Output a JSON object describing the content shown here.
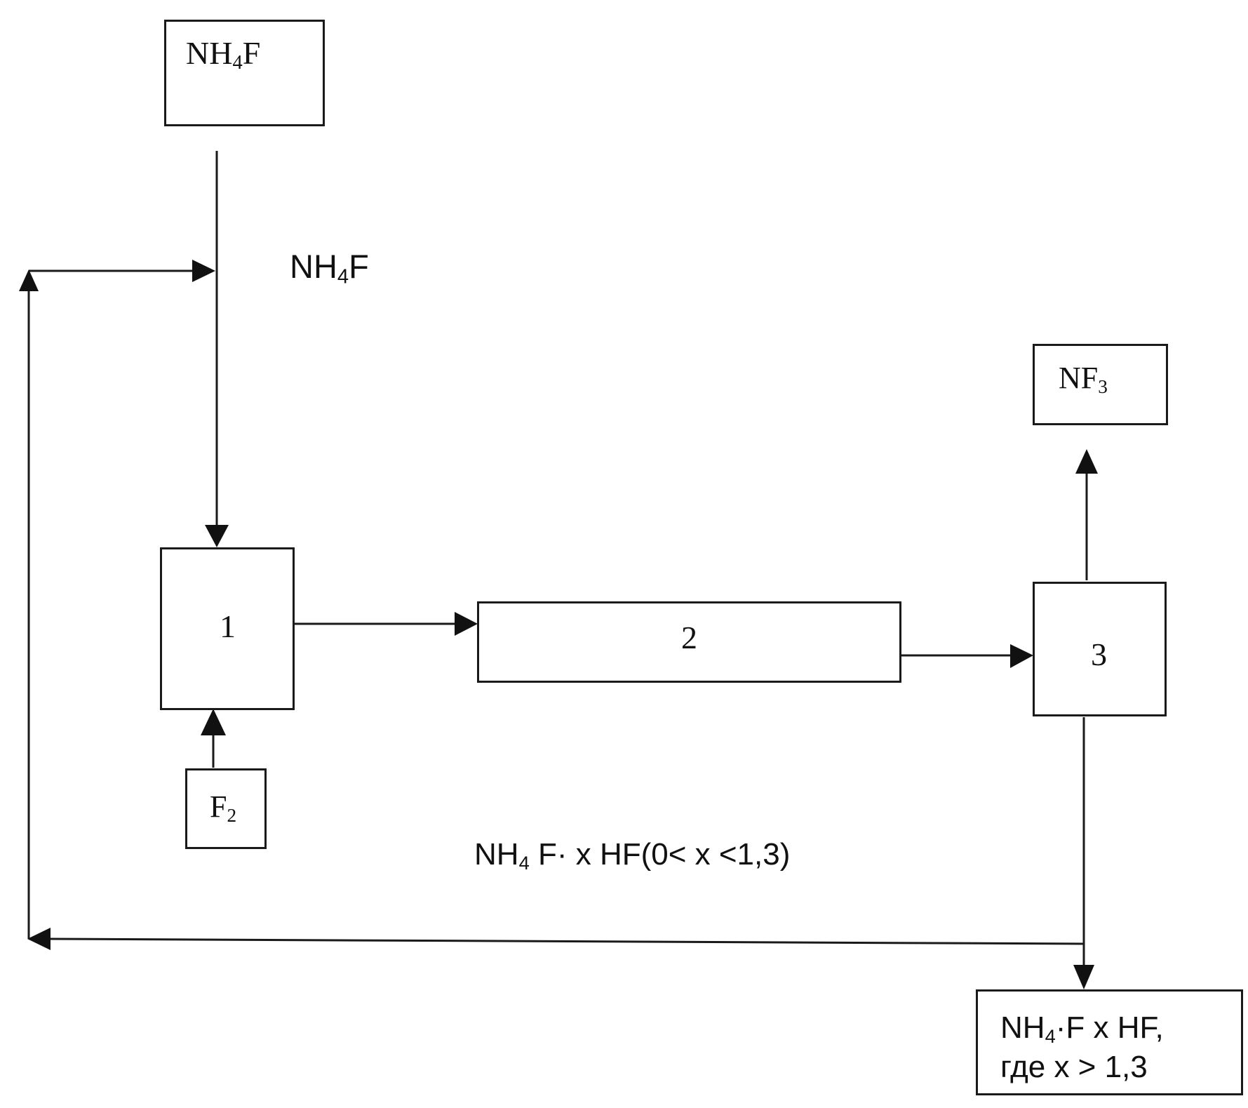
{
  "boxes": {
    "nh4f_source": {
      "base": "NH",
      "sub": "4",
      "tail": "F"
    },
    "unit1": "1",
    "unit2": "2",
    "unit3": "3",
    "f2_source": {
      "base": "F",
      "sub": "2"
    },
    "nf3_product": {
      "base": "NF",
      "sub": "3"
    },
    "residue_product": {
      "line1": {
        "base": "NH",
        "sub": "4",
        "mid": "·",
        "tail": "F x HF,"
      },
      "line2": "где х  > 1,3"
    }
  },
  "labels": {
    "nh4f_stream": {
      "base": "NH",
      "sub": "4",
      "tail": "F"
    },
    "recycle_stream": {
      "base": "NH",
      "sub": "4",
      "tail": " F· x HF(0< x <1,3)"
    }
  }
}
